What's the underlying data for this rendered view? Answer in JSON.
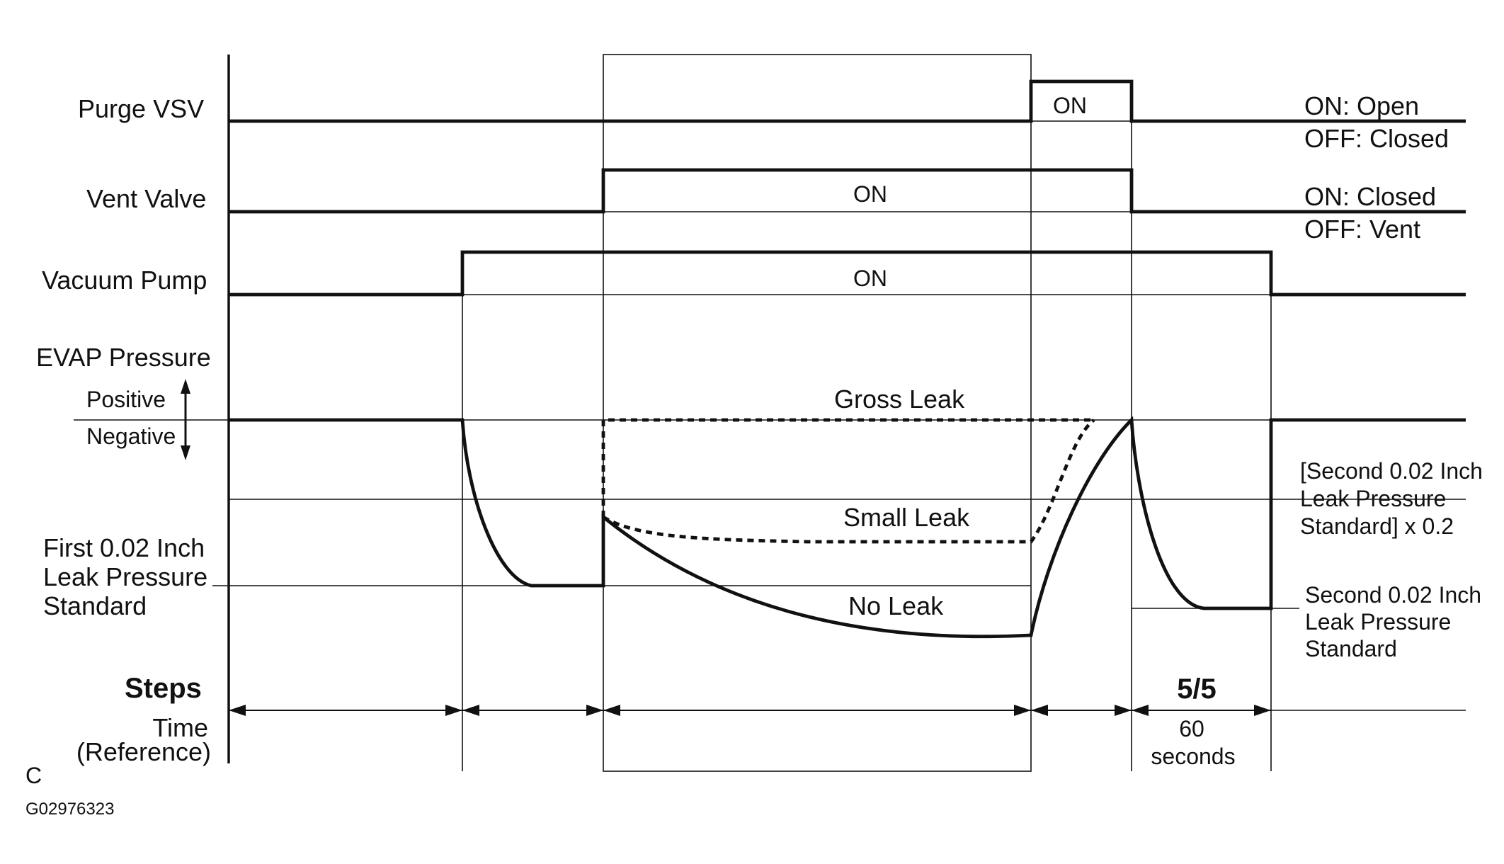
{
  "signals": {
    "purge_vsv": {
      "label": "Purge VSV",
      "on_label": "ON",
      "legend": [
        "ON: Open",
        "OFF: Closed"
      ]
    },
    "vent_valve": {
      "label": "Vent Valve",
      "on_label": "ON",
      "legend": [
        "ON: Closed",
        "OFF: Vent"
      ]
    },
    "vacuum_pump": {
      "label": "Vacuum Pump",
      "on_label": "ON"
    }
  },
  "pressure": {
    "label": "EVAP Pressure",
    "positive": "Positive",
    "negative": "Negative",
    "curves": {
      "gross_leak": "Gross Leak",
      "small_leak": "Small Leak",
      "no_leak": "No Leak"
    },
    "first_standard": [
      "First 0.02 Inch",
      "Leak Pressure",
      "Standard"
    ],
    "second_standard_x02": [
      "[Second 0.02 Inch",
      "Leak Pressure",
      "Standard] x 0.2"
    ],
    "second_standard": [
      "Second 0.02 Inch",
      "Leak Pressure",
      "Standard"
    ]
  },
  "steps": {
    "label": "Steps",
    "current_step": "5/5",
    "time_label": [
      "Time",
      "(Reference)"
    ],
    "duration": [
      "60",
      "seconds"
    ]
  },
  "figure": {
    "corner_letter": "C",
    "code": "G02976323"
  }
}
